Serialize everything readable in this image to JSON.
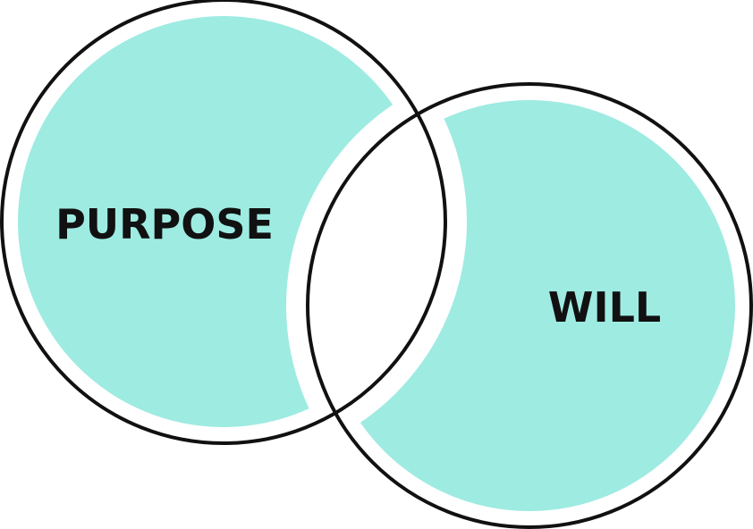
{
  "diagram": {
    "type": "venn",
    "sets": [
      {
        "label": "PURPOSE"
      },
      {
        "label": "WILL"
      }
    ],
    "intersection_label": ""
  },
  "colors": {
    "fill": "#9EEBE2",
    "outline": "#111111",
    "background": "#FFFFFF",
    "text": "#111111"
  }
}
